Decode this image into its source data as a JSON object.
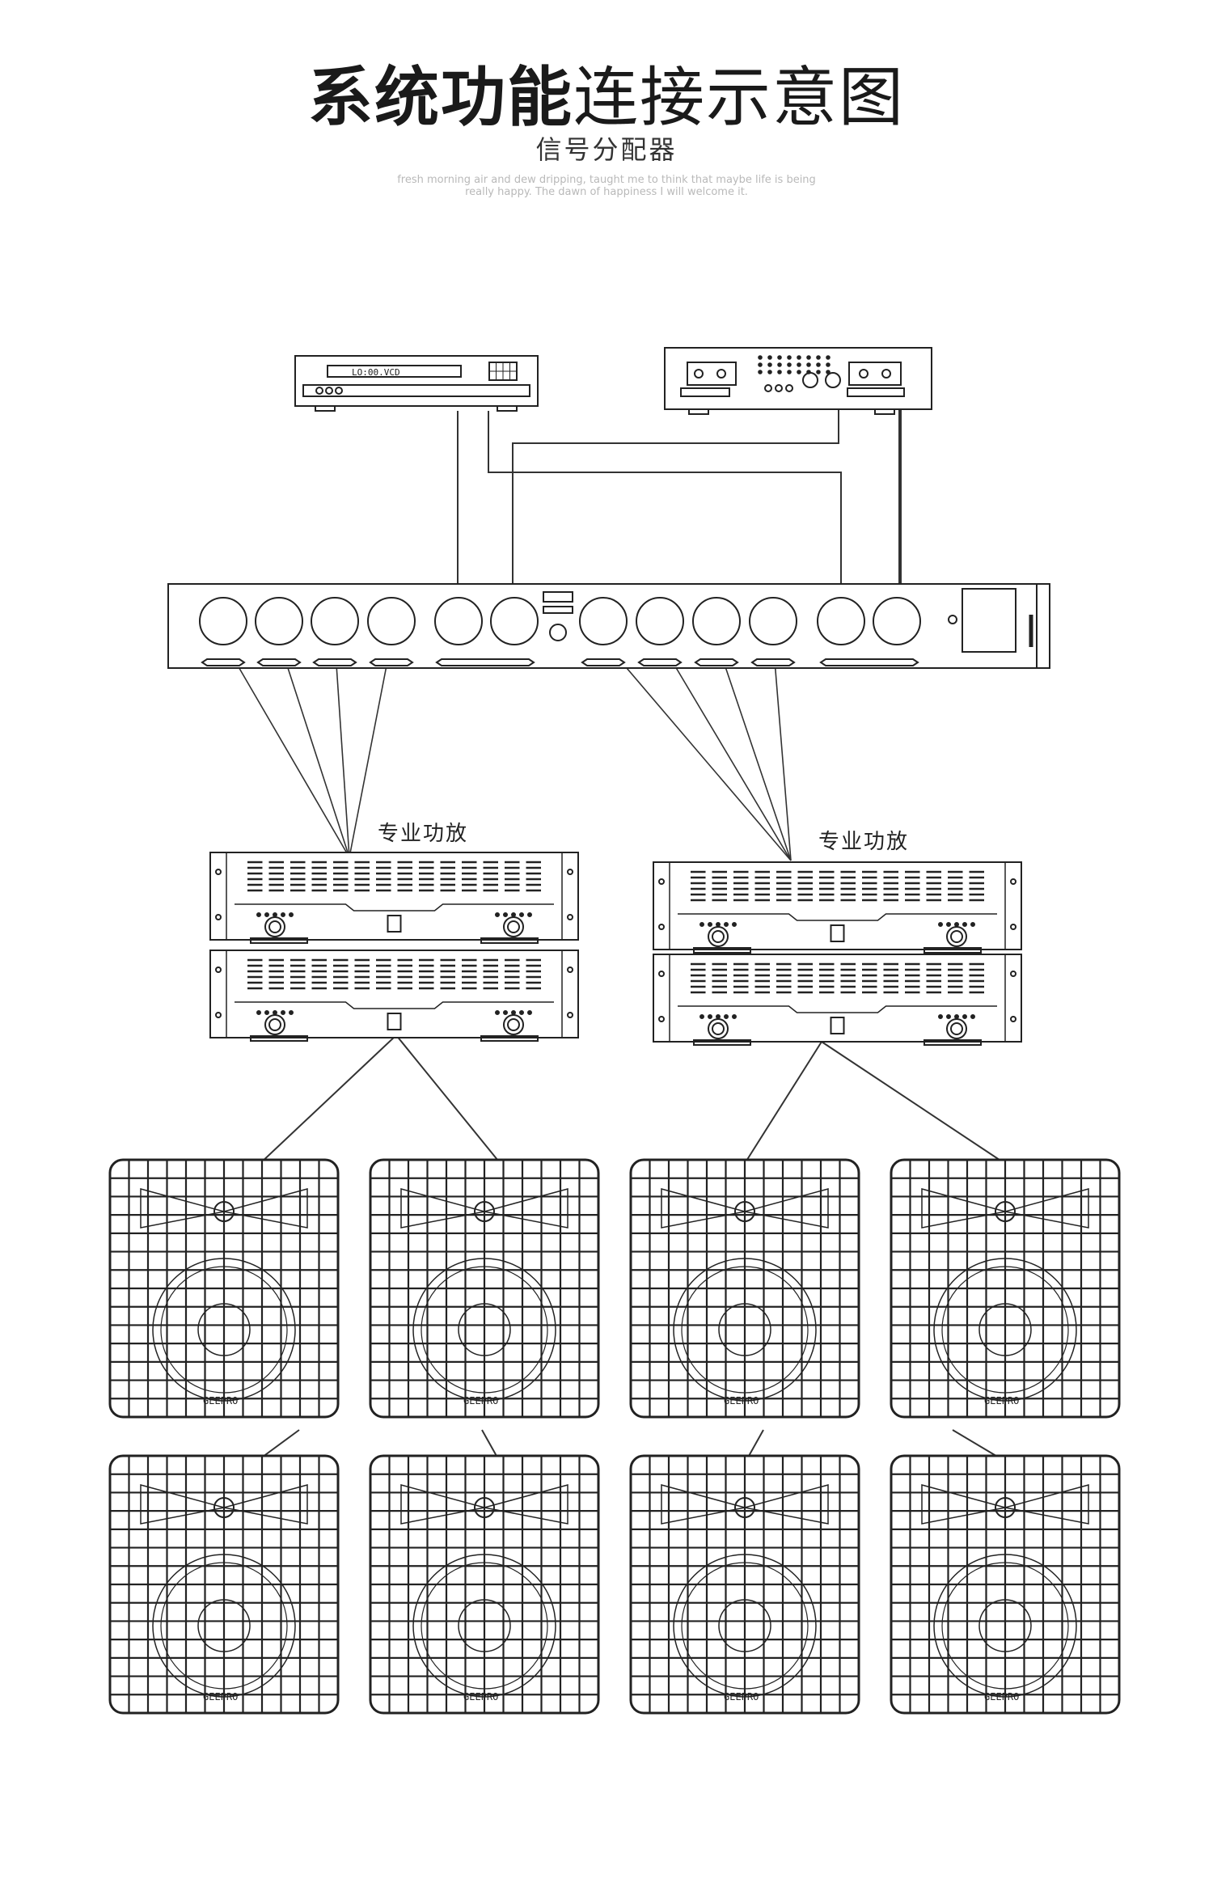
{
  "header": {
    "title_bold": "系统功能",
    "title_light": "连接示意图",
    "subtitle": "信号分配器",
    "tagline_line1": "fresh morning air and dew dripping, taught me to think that maybe life is being",
    "tagline_line2": "really happy. The dawn of happiness I will welcome it."
  },
  "devices": {
    "player_display": "LO:00.VCD",
    "amp_label_left": "专业功放",
    "amp_label_right": "专业功放",
    "speaker_brand": "GEEPRO"
  }
}
